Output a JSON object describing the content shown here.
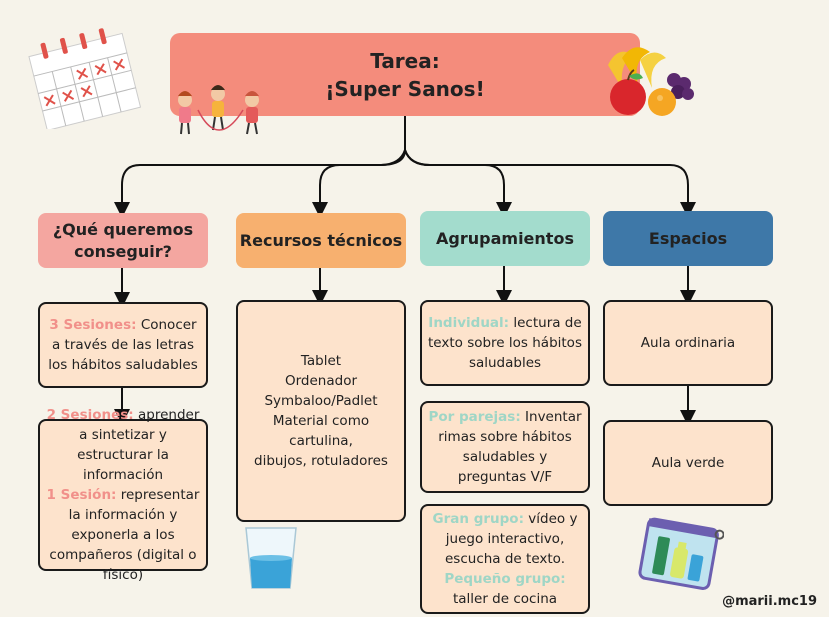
{
  "title": {
    "line1": "Tarea:",
    "line2": "¡Super Sanos!"
  },
  "headers": [
    "¿Qué queremos conseguir?",
    "Recursos técnicos",
    "Agrupamientos",
    "Espacios"
  ],
  "col1": [
    {
      "label": "3 Sesiones:",
      "text": "Conocer a través de las letras los hábitos saludables"
    },
    {
      "label": "2 Sesiones:",
      "text": "aprender a sintetizar y estructurar la información",
      "label2": "1 Sesión:",
      "text2": "representar la información y exponerla a los compañeros (digital o físico)"
    }
  ],
  "col2": {
    "items": [
      "Tablet",
      "Ordenador",
      "Symbaloo/Padlet",
      "Material como cartulina,",
      "dibujos, rotuladores"
    ]
  },
  "col3": [
    {
      "label": "Individual:",
      "text": "lectura de texto sobre los hábitos saludables"
    },
    {
      "label": "Por parejas:",
      "text": "Inventar rimas sobre hábitos saludables y preguntas V/F"
    },
    {
      "label": "Gran grupo:",
      "text": "vídeo y juego interactivo, escucha de texto.",
      "label2": "Pequeño grupo:",
      "text2": "taller de cocina"
    }
  ],
  "col4": [
    "Aula ordinaria",
    "Aula verde"
  ],
  "handle": "@marii.mc19",
  "colors": {
    "header1": "#f4a6a0",
    "header2": "#f7b06f",
    "header3": "#a3dccd",
    "header4": "#3e78a8",
    "title": "#f48c7c"
  },
  "icons": [
    "calendar-icon",
    "children-icon",
    "fruit-icon",
    "water-glass-icon",
    "toiletry-bag-icon"
  ]
}
